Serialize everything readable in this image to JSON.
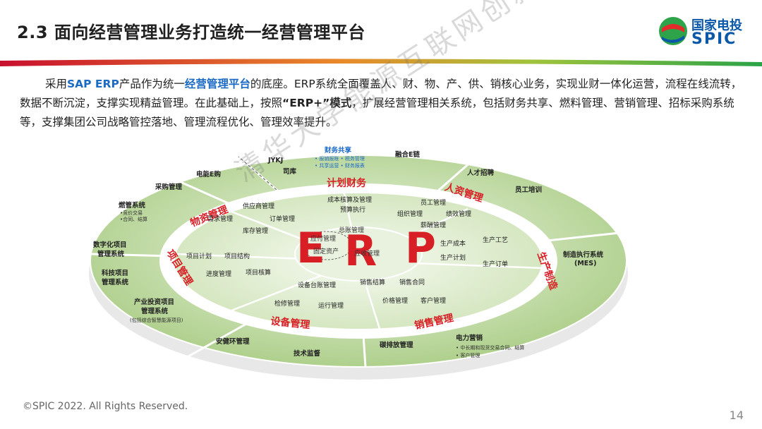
{
  "header": {
    "title": "2.3 面向经营管理业务打造统一经营管理平台",
    "logo_cn": "国家电投",
    "logo_en": "SPIC"
  },
  "intro": {
    "p1": "采用",
    "p2": "SAP ERP",
    "p3": "产品作为统一",
    "p4": "经营管理平台",
    "p5": "的底座。ERP系统全面覆盖人、财、物、产、供、销核心业务，实现业财一体化运营，流程在线流转，数据不断沉淀，支撑实现精益管理。在此基础上，按照",
    "p6": "“ERP+”模式",
    "p7": "，扩展经营管理相关系统，包括财务共享、燃料管理、营销管理、招标采购系统等，支撑集团公司战略管控落地、管理流程优化、管理效率提升。"
  },
  "ring": {
    "center": {
      "e": "E",
      "r": "R",
      "p": "P",
      "items": [
        "应付管理",
        "总账管理",
        "固定资产",
        "应收管理"
      ]
    },
    "bands": [
      "计划财务",
      "人资管理",
      "生产制造",
      "销售管理",
      "设备管理",
      "项目管理",
      "物资管理"
    ],
    "inner_items": [
      "成本核算及管理",
      "预算执行",
      "员工管理",
      "组织管理",
      "绩效管理",
      "薪酬管理",
      "生产工艺",
      "生产成本",
      "生产计划",
      "生产订单",
      "销售结算",
      "销售合同",
      "价格管理",
      "客户管理",
      "设备台账管理",
      "检修管理",
      "运行管理",
      "项目计划",
      "项目结构",
      "进度管理",
      "项目核算",
      "供应商管理",
      "需求管理",
      "订单管理",
      "库存管理"
    ],
    "outer": {
      "jyk": "JYKJ",
      "siku": "司库",
      "finshare": "财务共享",
      "finshare_items": [
        "• 报销报账 • 税务管理",
        "• 共享运营 • 财务报表"
      ],
      "rhe": "融合E链",
      "rczp": "人才招聘",
      "ygpx": "员工培训",
      "mes1": "制造执行系统",
      "mes2": "(MES)",
      "dlyx": "电力营销",
      "dlyx_items": [
        "• 中长期和现货交易合同、结算",
        "• 客户管理"
      ],
      "tpf": "碳排放管理",
      "jsjd": "技术监督",
      "ajh": "安健环管理",
      "cytz1": "产业投资项目",
      "cytz2": "管理系统",
      "cytz3": "(包括综合智慧能源项目)",
      "kjxm1": "科技项目",
      "kjxm2": "管理系统",
      "szh1": "数字化项目",
      "szh2": "管理系统",
      "rgxt": "燃管系统",
      "rgxt_items": [
        "•竞价交易",
        "•合同、结算"
      ],
      "cggl": "采购管理",
      "dneg": "电能E购"
    }
  },
  "watermark": "清华大学能源互联网创新研究院",
  "footer": "©SPIC 2022. All Rights Reserved.",
  "page_number": "14",
  "colors": {
    "blue": "#1b6ac4",
    "red": "#d91f26",
    "green_dark": "#7fae52",
    "green_light": "#cfe3b8",
    "green_mid": "#a9cc84"
  }
}
